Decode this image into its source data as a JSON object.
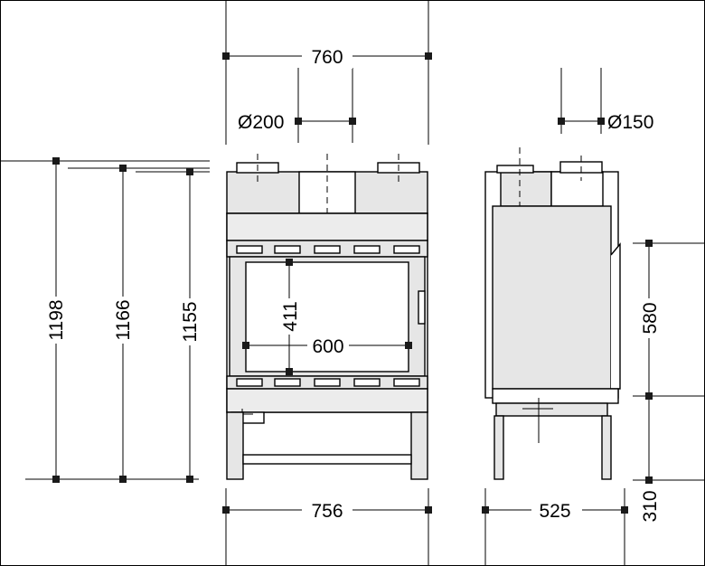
{
  "dimensions": {
    "top_width": "760",
    "flue_front": "Ø200",
    "flue_side": "Ø150",
    "height_1": "1198",
    "height_2": "1166",
    "height_3": "1155",
    "glass_height": "411",
    "glass_width": "600",
    "bottom_width": "756",
    "depth": "525",
    "side_height": "580",
    "leg_height": "310"
  }
}
